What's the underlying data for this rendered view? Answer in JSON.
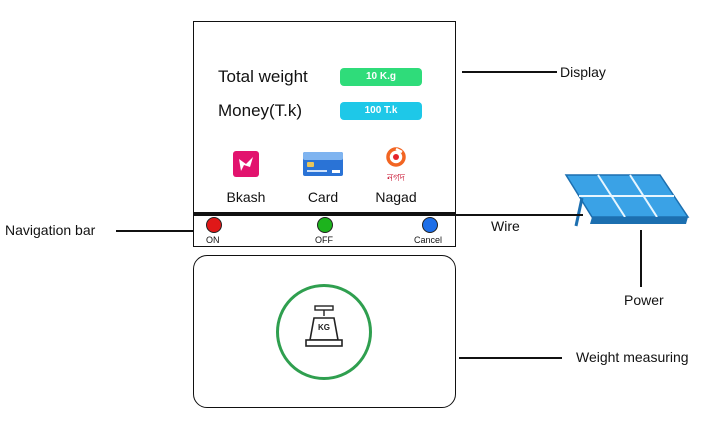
{
  "display": {
    "total_weight_label": "Total weight",
    "total_weight_value": "10 K.g",
    "money_label": "Money(T.k)",
    "money_value": "100 T.k",
    "payments": [
      {
        "label": "Bkash",
        "icon": "bkash-logo"
      },
      {
        "label": "Card",
        "icon": "card-logo"
      },
      {
        "label": "Nagad",
        "icon": "nagad-logo"
      }
    ],
    "nagad_script": "নগদ"
  },
  "navigation": {
    "buttons": [
      {
        "label": "ON",
        "color": "#e01818"
      },
      {
        "label": "OFF",
        "color": "#1db31d"
      },
      {
        "label": "Cancel",
        "color": "#1e6fe8"
      }
    ]
  },
  "scale": {
    "icon_text": "KG"
  },
  "callouts": {
    "display": "Display",
    "navigation_bar": "Navigation bar",
    "wire": "Wire",
    "power": "Power",
    "weight_measuring": "Weight measuring"
  },
  "colors": {
    "weight_pill": "#2fdc7a",
    "money_pill": "#1ec8e8",
    "scale_ring": "#2f9f4f",
    "solar_panel": "#4ab4ee"
  }
}
